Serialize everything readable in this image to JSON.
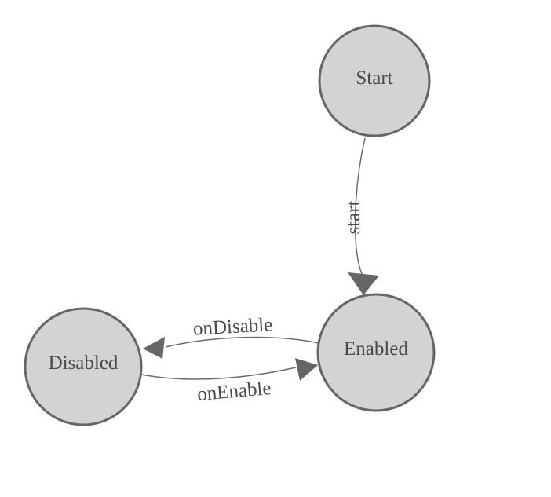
{
  "styles": {
    "background": "#ffffff",
    "node_fill": "#d3d3d3",
    "node_stroke": "#666666",
    "edge_color": "#6b6b6b",
    "arrow_fill": "#666666",
    "label_color": "#4a4a4a"
  },
  "nodes": [
    {
      "label": "Start"
    },
    {
      "label": "Enabled"
    },
    {
      "label": "Disabled"
    }
  ],
  "edges": [
    {
      "label": "start",
      "from": "Start",
      "to": "Enabled"
    },
    {
      "label": "onDisable",
      "from": "Enabled",
      "to": "Disabled"
    },
    {
      "label": "onEnable",
      "from": "Disabled",
      "to": "Enabled"
    }
  ]
}
